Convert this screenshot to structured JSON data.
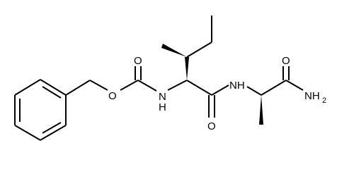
{
  "atoms": {
    "o_ester": "O",
    "o_carbonyl_carbamate": "O",
    "nh_carbamate": "H",
    "n_carbamate": "N",
    "nh_amide": "NH",
    "o_carbonyl_amide": "O",
    "o_carbonyl_terminal": "O",
    "nh2_terminal": "NH",
    "nh2_subscript": "2"
  }
}
